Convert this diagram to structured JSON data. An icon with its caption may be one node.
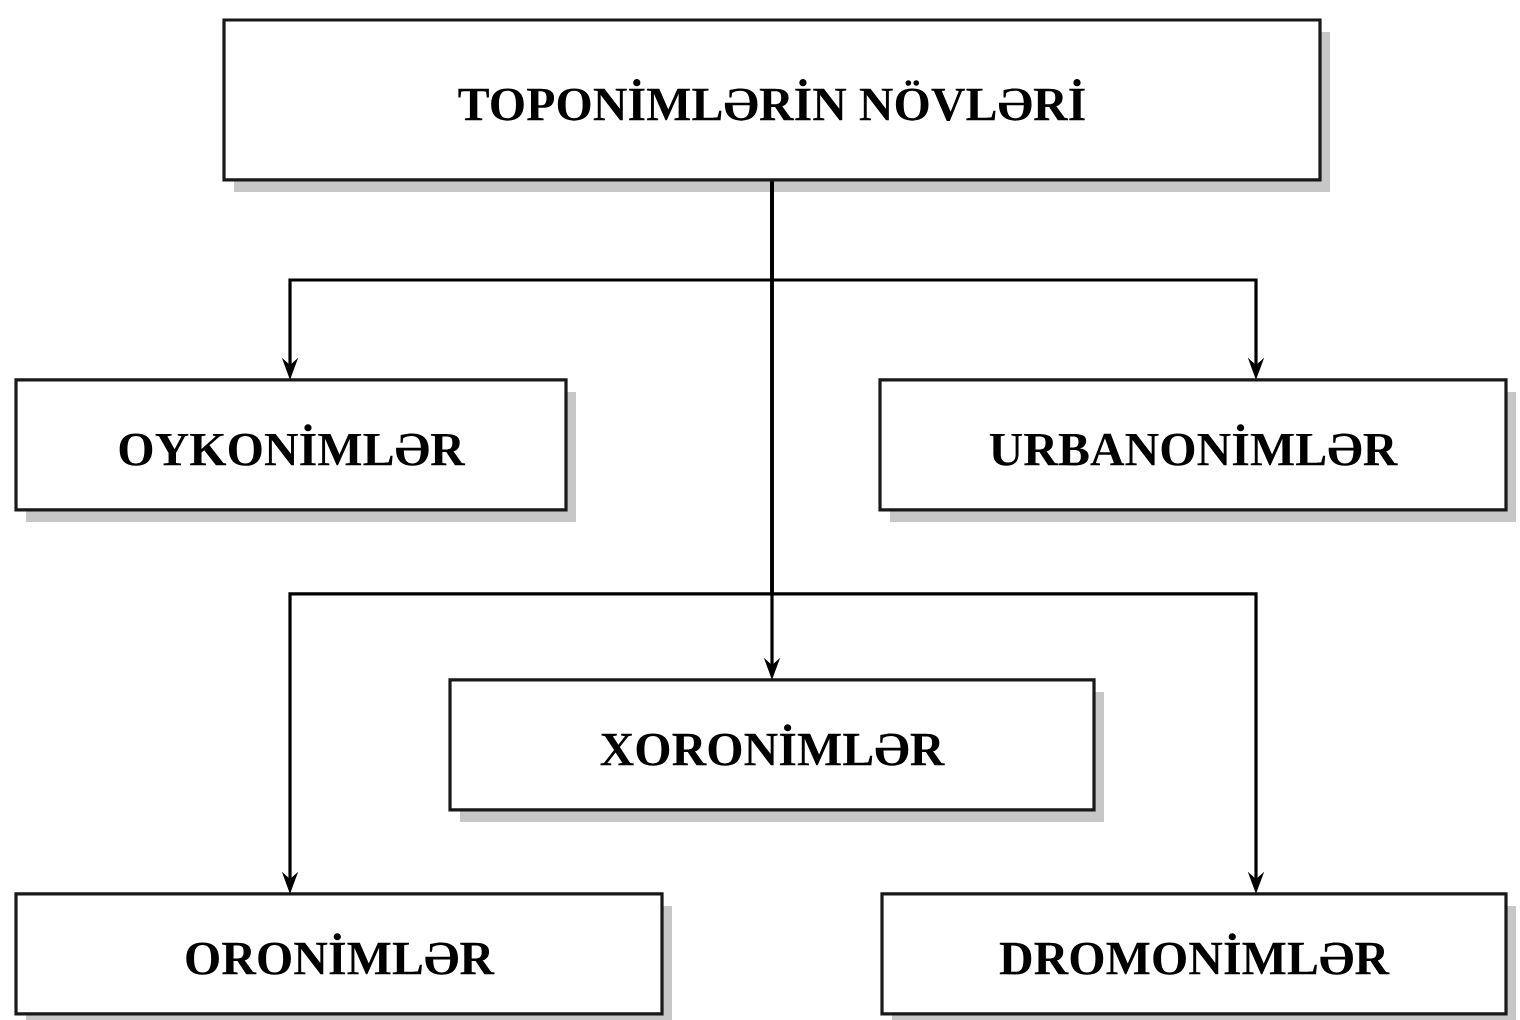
{
  "diagram": {
    "nodes": [
      {
        "text": [
          "TOPONİMLƏRİN NÖVLƏRİ"
        ]
      },
      {
        "text": [
          "OYKONİMLƏR"
        ]
      },
      {
        "text": [
          "URBANONİMLƏR"
        ]
      },
      {
        "text": [
          "XORONİMLƏR"
        ]
      },
      {
        "text": [
          "ORONİMLƏR"
        ]
      },
      {
        "text": [
          "DROMONİMLƏR"
        ]
      }
    ],
    "edges": [
      {
        "from": 0,
        "to": 1,
        "arrow": "to"
      },
      {
        "from": 0,
        "to": 2,
        "arrow": "to"
      },
      {
        "from": 0,
        "to": 3,
        "arrow": "to"
      },
      {
        "from": 0,
        "to": 4,
        "arrow": "to"
      },
      {
        "from": 0,
        "to": 5,
        "arrow": "to"
      }
    ]
  }
}
